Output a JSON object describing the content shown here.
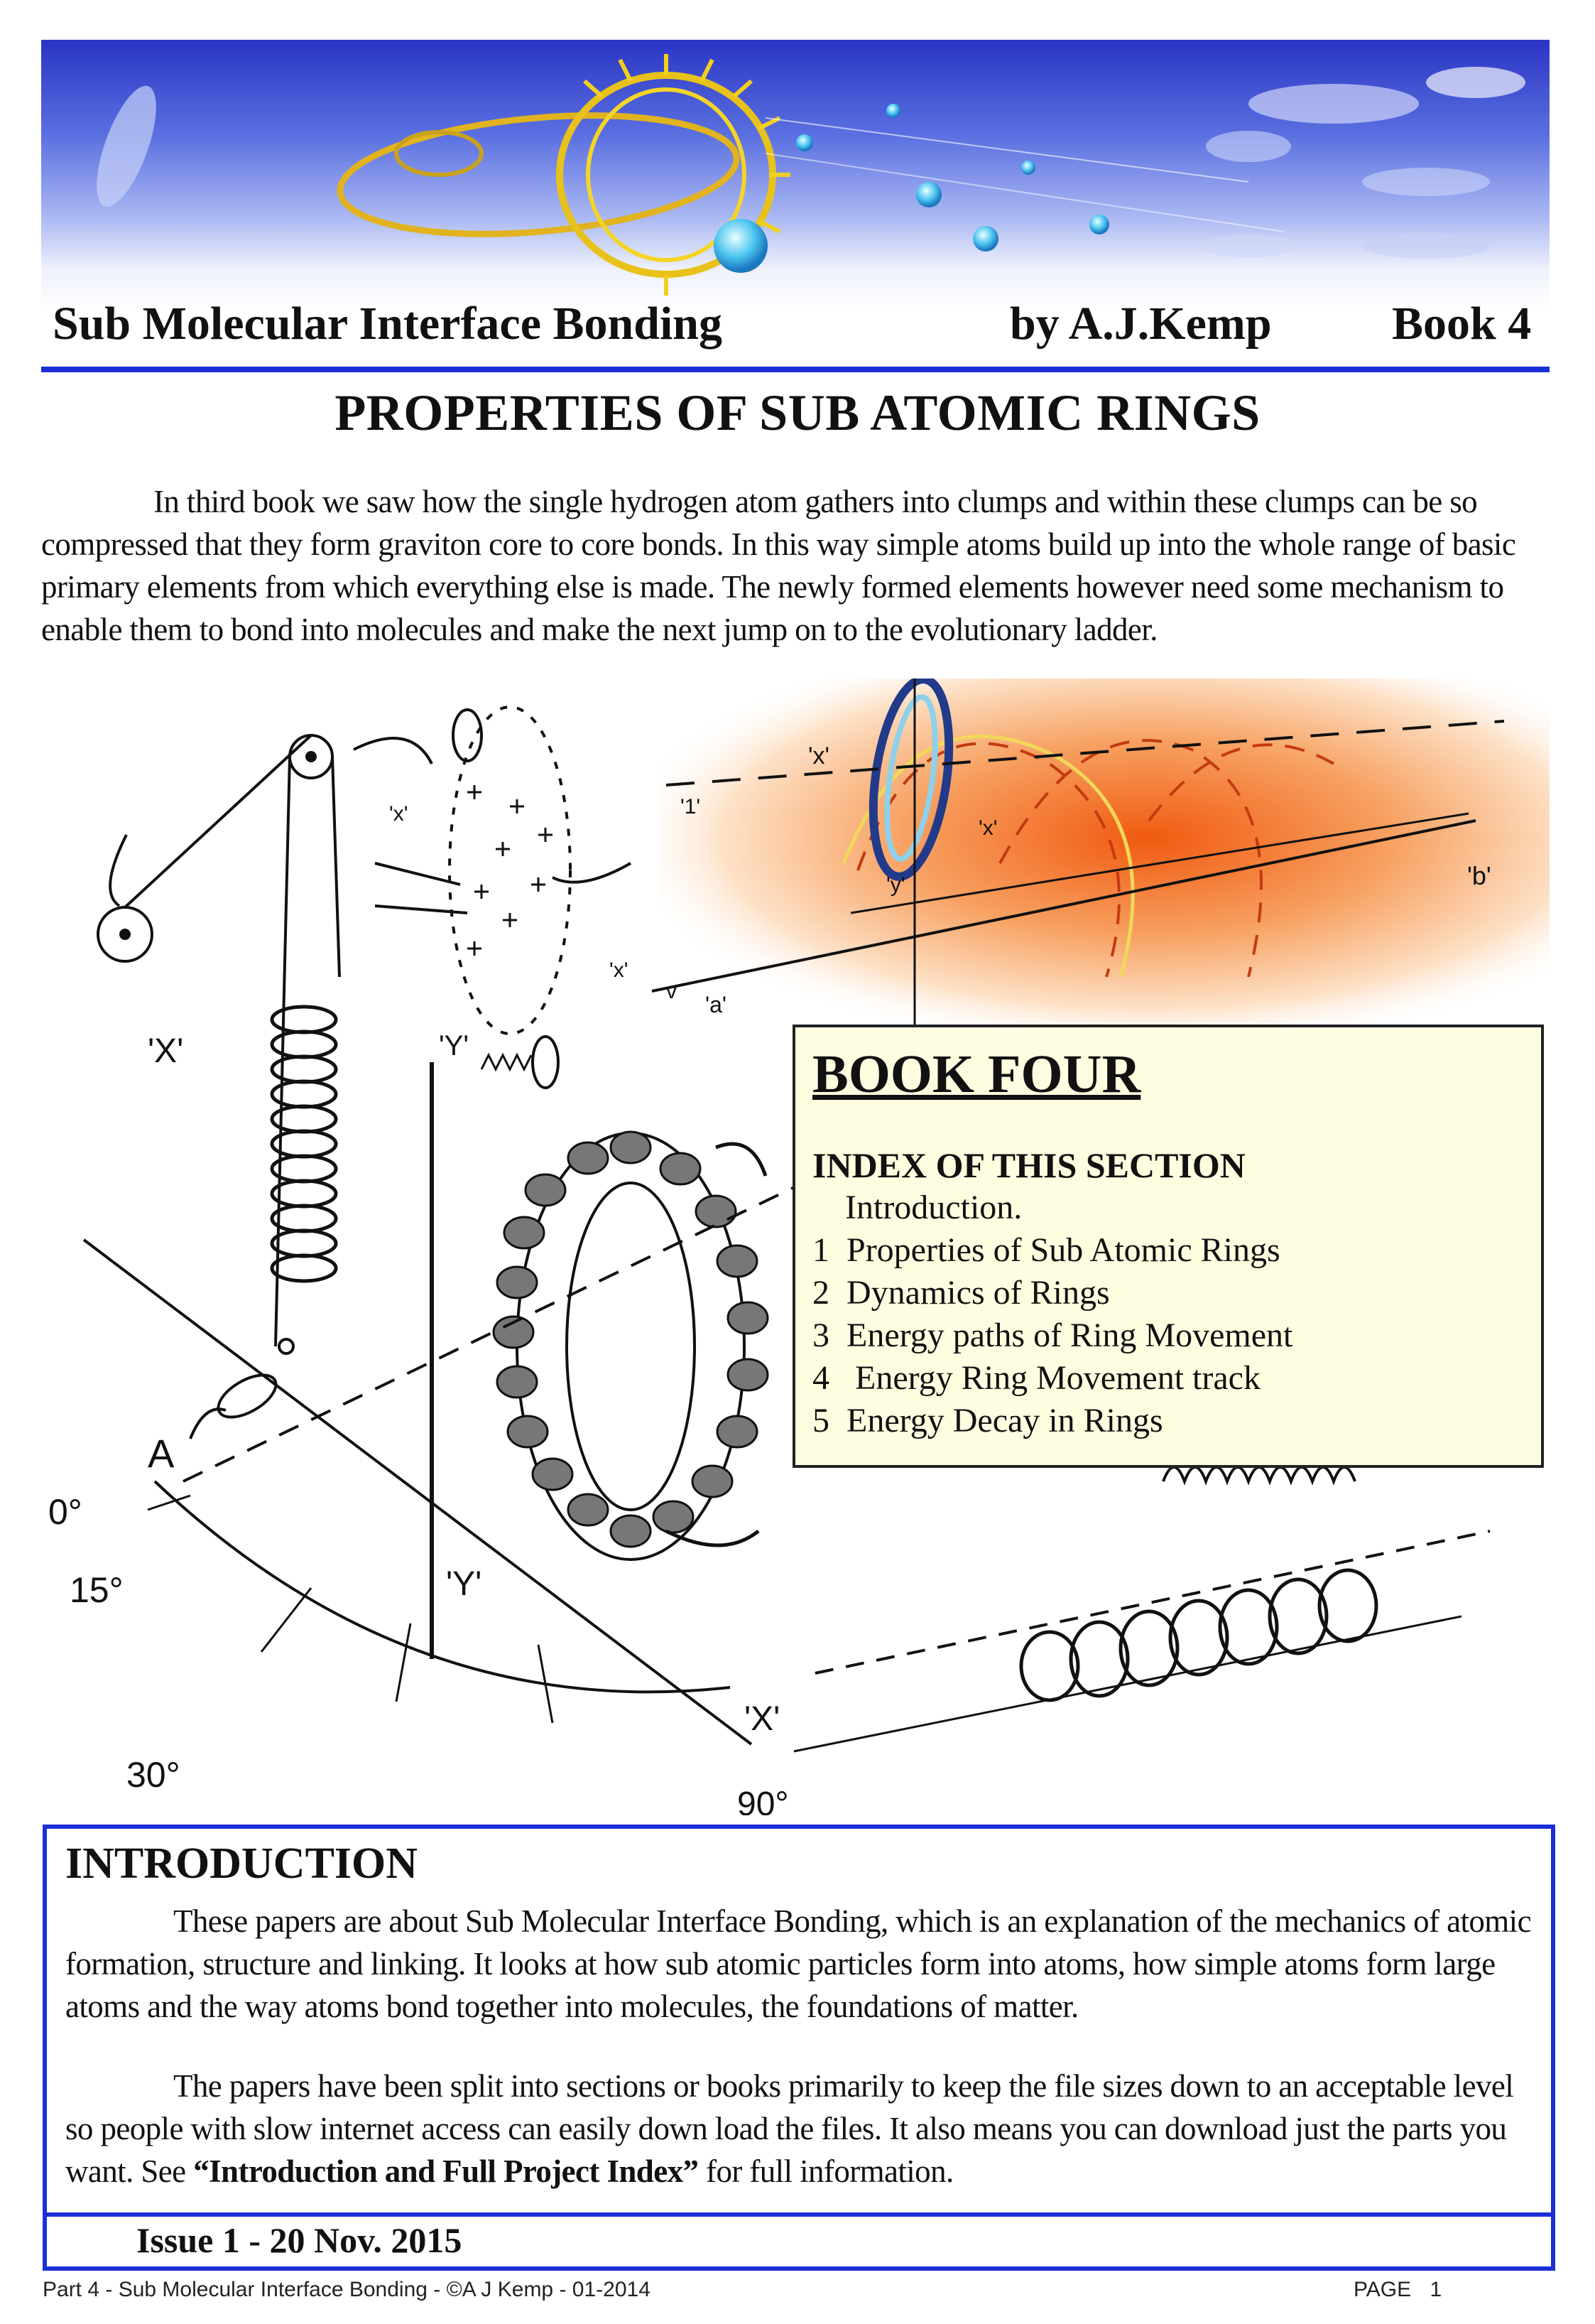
{
  "header": {
    "title": "Sub Molecular Interface Bonding",
    "author": "by A.J.Kemp",
    "book": "Book 4"
  },
  "page_title": "PROPERTIES OF SUB ATOMIC RINGS",
  "intro_paragraph": "In third book we saw how the single hydrogen atom gathers into clumps and within these clumps can be so compressed that they form graviton core to core bonds. In this way simple atoms build up into the whole range of basic primary elements from which everything else is made. The newly formed elements however need some mechanism to enable them to bond into molecules and make the next jump on to the evolutionary ladder.",
  "illustration_labels": {
    "x1": "'X'",
    "y1": "'Y'",
    "a": "A",
    "deg0": "0°",
    "deg15": "15°",
    "deg30": "30°",
    "deg90": "90°",
    "y2": "'Y'",
    "x2": "'X'",
    "x3": "'x'",
    "x4": "'x'",
    "x5": "'x'",
    "x6": "'x'",
    "y3": "'y'",
    "b": "'b'",
    "a2": "'a'",
    "v": "v",
    "l1": "'1'"
  },
  "index_box": {
    "title": "BOOK FOUR",
    "subtitle": "INDEX OF THIS SECTION",
    "intro_item": "Introduction.",
    "items": [
      {
        "num": "1",
        "label": "Properties of Sub Atomic Rings"
      },
      {
        "num": "2",
        "label": "Dynamics of Rings"
      },
      {
        "num": "3",
        "label": "Energy paths of Ring Movement"
      },
      {
        "num": "4",
        "label": "Energy Ring Movement track"
      },
      {
        "num": "5",
        "label": "Energy Decay in Rings"
      }
    ]
  },
  "introduction": {
    "title": "INTRODUCTION",
    "para1": "These papers are about Sub Molecular Interface Bonding, which is an explanation of the mechanics of atomic formation, structure and linking. It looks at how sub atomic particles form into atoms, how simple atoms form large atoms and the way atoms bond together into molecules, the foundations of matter.",
    "para2_pre": "The papers have been split into sections or books primarily to keep the file sizes down to an acceptable level so people with slow internet access can easily down load the files. It also means you can download just the parts you want. See ",
    "para2_bold": "“Introduction and Full Project Index”",
    "para2_post": " for full information."
  },
  "issue": "Issue 1 - 20 Nov. 2015",
  "footer": {
    "left": "Part 4  -  Sub Molecular Interface Bonding  -  ©A J Kemp - 01-2014",
    "right": "PAGE 1"
  }
}
